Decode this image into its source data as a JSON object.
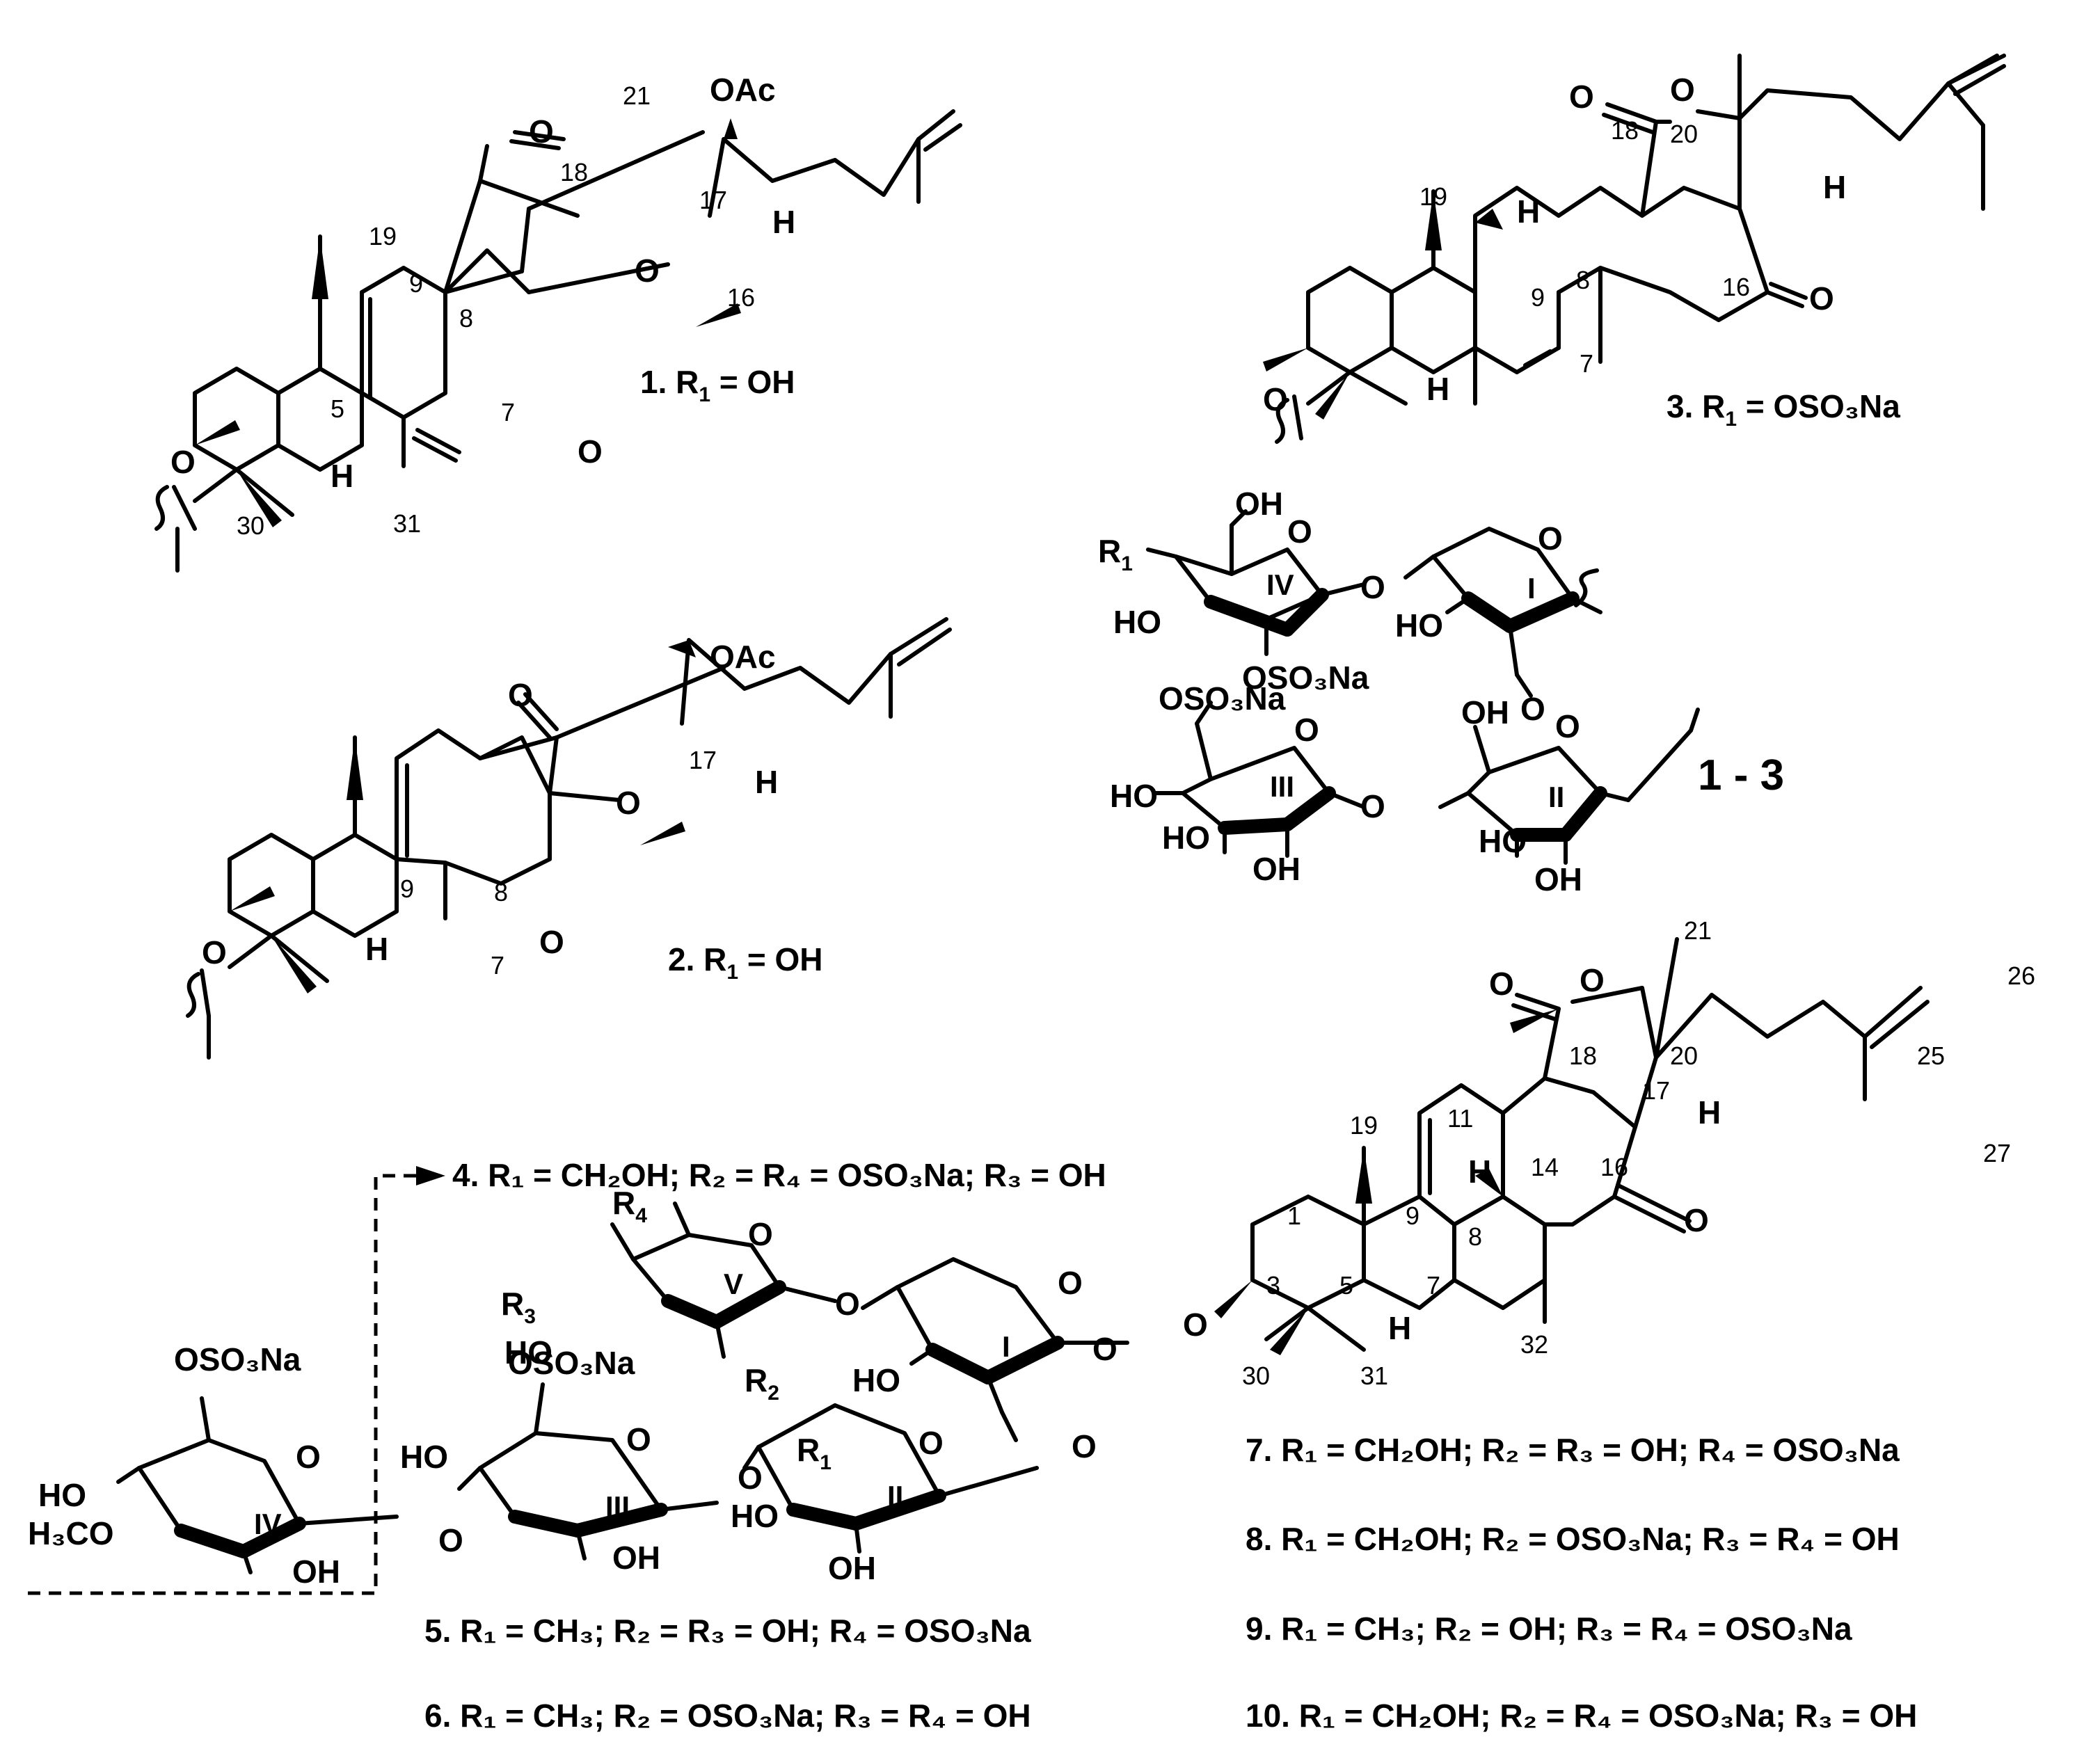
{
  "compound_labels": {
    "c1": {
      "num": "1.",
      "rest": " = OH"
    },
    "c2": {
      "num": "2.",
      "rest": " = OH"
    },
    "c3": {
      "num": "3.",
      "rest": " = OSO₃Na"
    },
    "range": "1 - 3"
  },
  "variant_labels": [
    "4. R₁ = CH₂OH; R₂ = R₄ = OSO₃Na; R₃ = OH",
    "5. R₁ = CH₃; R₂ = R₃ = OH; R₄ = OSO₃Na",
    "6. R₁ = CH₃; R₂ = OSO₃Na; R₃ = R₄ = OH",
    "7. R₁ = CH₂OH; R₂ = R₃ = OH; R₄ = OSO₃Na",
    "8. R₁ = CH₂OH; R₂ = OSO₃Na; R₃ = R₄ = OH",
    "9. R₁ = CH₃; R₂ = OH; R₃ = R₄ = OSO₃Na",
    "10. R₁ = CH₂OH; R₂ = R₄ = OSO₃Na; R₃ = OH"
  ],
  "r_labels": {
    "r1": "R₁",
    "r2": "R₂",
    "r3": "R₃",
    "r4": "R₄"
  },
  "atoms": {
    "o": "O",
    "h": "H",
    "oh": "OH",
    "ho": "HO",
    "oac": "OAc",
    "oso3na": "OSO₃Na",
    "h3co": "H₃CO"
  },
  "ring_numerals": {
    "i": "I",
    "ii": "II",
    "iii": "III",
    "iv": "IV",
    "v": "V"
  },
  "locants_1": [
    "21",
    "18",
    "17",
    "19",
    "9",
    "8",
    "16",
    "7",
    "5",
    "30",
    "31"
  ],
  "locants_2": [
    "17",
    "9",
    "8",
    "7"
  ],
  "locants_3": [
    "18",
    "20",
    "19",
    "9",
    "8",
    "16",
    "7"
  ],
  "locants_4": [
    "21",
    "26",
    "18",
    "20",
    "25",
    "17",
    "11",
    "19",
    "27",
    "1",
    "9",
    "8",
    "14",
    "16",
    "7",
    "3",
    "5",
    "32",
    "30",
    "31"
  ]
}
